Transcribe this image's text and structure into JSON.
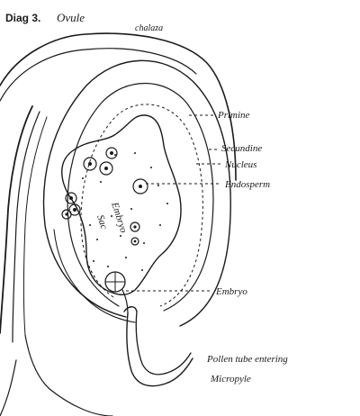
{
  "title": {
    "prefix": "Diag 3.",
    "name": "Ovule"
  },
  "labels": {
    "chalaza": "chalaza",
    "primine": "Primine",
    "secundine": "Secundine",
    "nucleus": "Nucleus",
    "endosperm": "Endosperm",
    "embryo_sac_line1": "Embryo",
    "embryo_sac_line2": "Sac",
    "embryo": "Embryo",
    "pollen_tube_line1": "Pollen tube entering",
    "pollen_tube_line2": "Micropyle"
  },
  "colors": {
    "ink": "#1a1a1a",
    "paper": "#ffffff"
  }
}
